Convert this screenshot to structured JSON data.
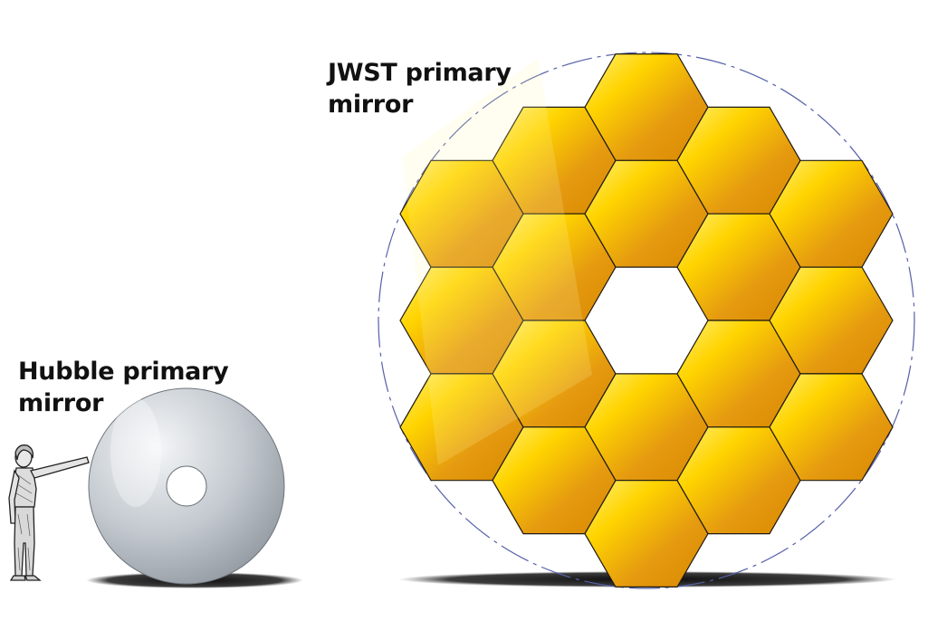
{
  "labels": {
    "jwst": [
      "JWST primary",
      "mirror"
    ],
    "hubble": [
      "Hubble primary",
      "mirror"
    ]
  },
  "jwst_mirror": {
    "segment_count": 18,
    "segment_colors": [
      "#fff07a",
      "#ffd400",
      "#e59a10",
      "#d98800"
    ],
    "outline_color": "#1f1a10",
    "circle_color": "#5560a8"
  },
  "hubble_mirror": {
    "colors": [
      "#f4f6f8",
      "#c3c9cf",
      "#8f969d"
    ]
  },
  "ground_shadow_color": "#111111"
}
